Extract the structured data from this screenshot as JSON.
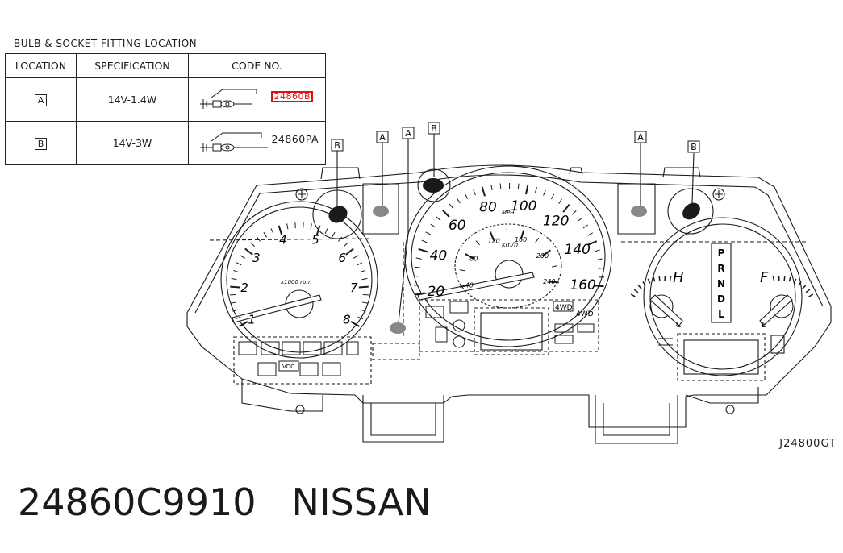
{
  "caption": "BULB & SOCKET FITTING LOCATION",
  "table": {
    "headers": [
      "LOCATION",
      "SPECIFICATION",
      "CODE NO."
    ],
    "rows": [
      {
        "location": "A",
        "spec": "14V-1.4W",
        "code": "24860B",
        "highlighted": true
      },
      {
        "location": "B",
        "spec": "14V-3W",
        "code": "24860PA",
        "highlighted": false
      }
    ]
  },
  "callouts": [
    "B",
    "A",
    "A",
    "B",
    "A",
    "B"
  ],
  "tach": {
    "ticks": [
      "1",
      "2",
      "3",
      "4",
      "5",
      "6",
      "7",
      "8"
    ],
    "unit": "x1000 rpm"
  },
  "speedo": {
    "mph_ticks": [
      "20",
      "40",
      "60",
      "80",
      "100",
      "120",
      "140",
      "160"
    ],
    "mph_unit": "MPH",
    "kmh_ticks": [
      "40",
      "80",
      "120",
      "160",
      "200",
      "240"
    ],
    "kmh_unit": "km/h"
  },
  "gear": [
    "P",
    "R",
    "N",
    "D",
    "L"
  ],
  "temp": {
    "hot": "H",
    "cold": "C"
  },
  "fuel": {
    "full": "F",
    "empty": "E"
  },
  "indicators": {
    "four_wd_1": "4WD",
    "four_wd_2": "4WD",
    "vdc": "VDC"
  },
  "diagram_ref": "J24800GT",
  "part": {
    "number": "24860C9910",
    "brand": "NISSAN"
  },
  "colors": {
    "line": "#1a1a1a",
    "highlight": "#e01010"
  }
}
